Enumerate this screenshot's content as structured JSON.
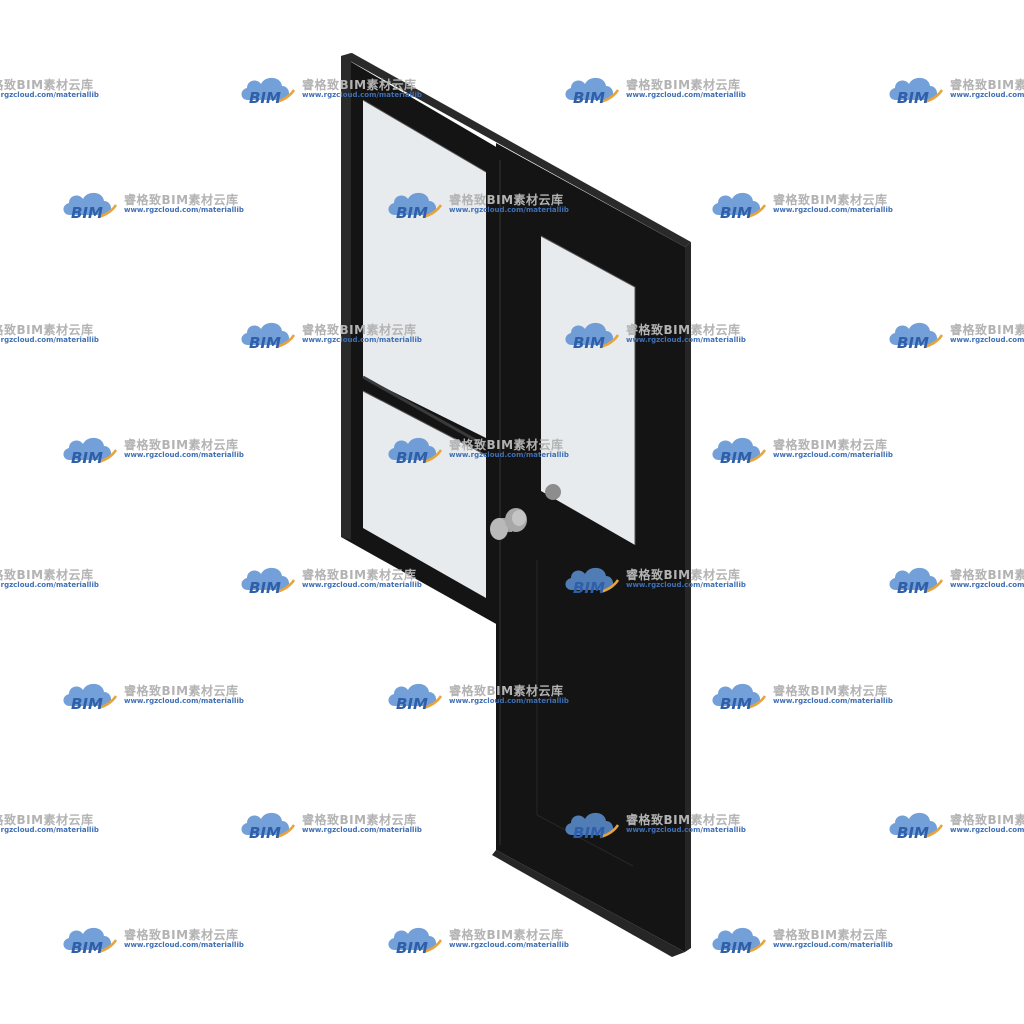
{
  "watermark": {
    "brand": "BIM",
    "title": "睿格致BIM素材云库",
    "url": "www.rgzcloud.com/materiallib",
    "colors": {
      "cloud": "#5b8fd1",
      "brand_text": "#2f5fa8",
      "arc": "#e8a33a",
      "title_text": "#b3b3b3",
      "url_text": "#3f6fb5"
    }
  },
  "door": {
    "colors": {
      "frame": "#141414",
      "edge": "#2a2a2a",
      "glass": "#e7ebee",
      "knob": "#a8a8a8"
    }
  }
}
